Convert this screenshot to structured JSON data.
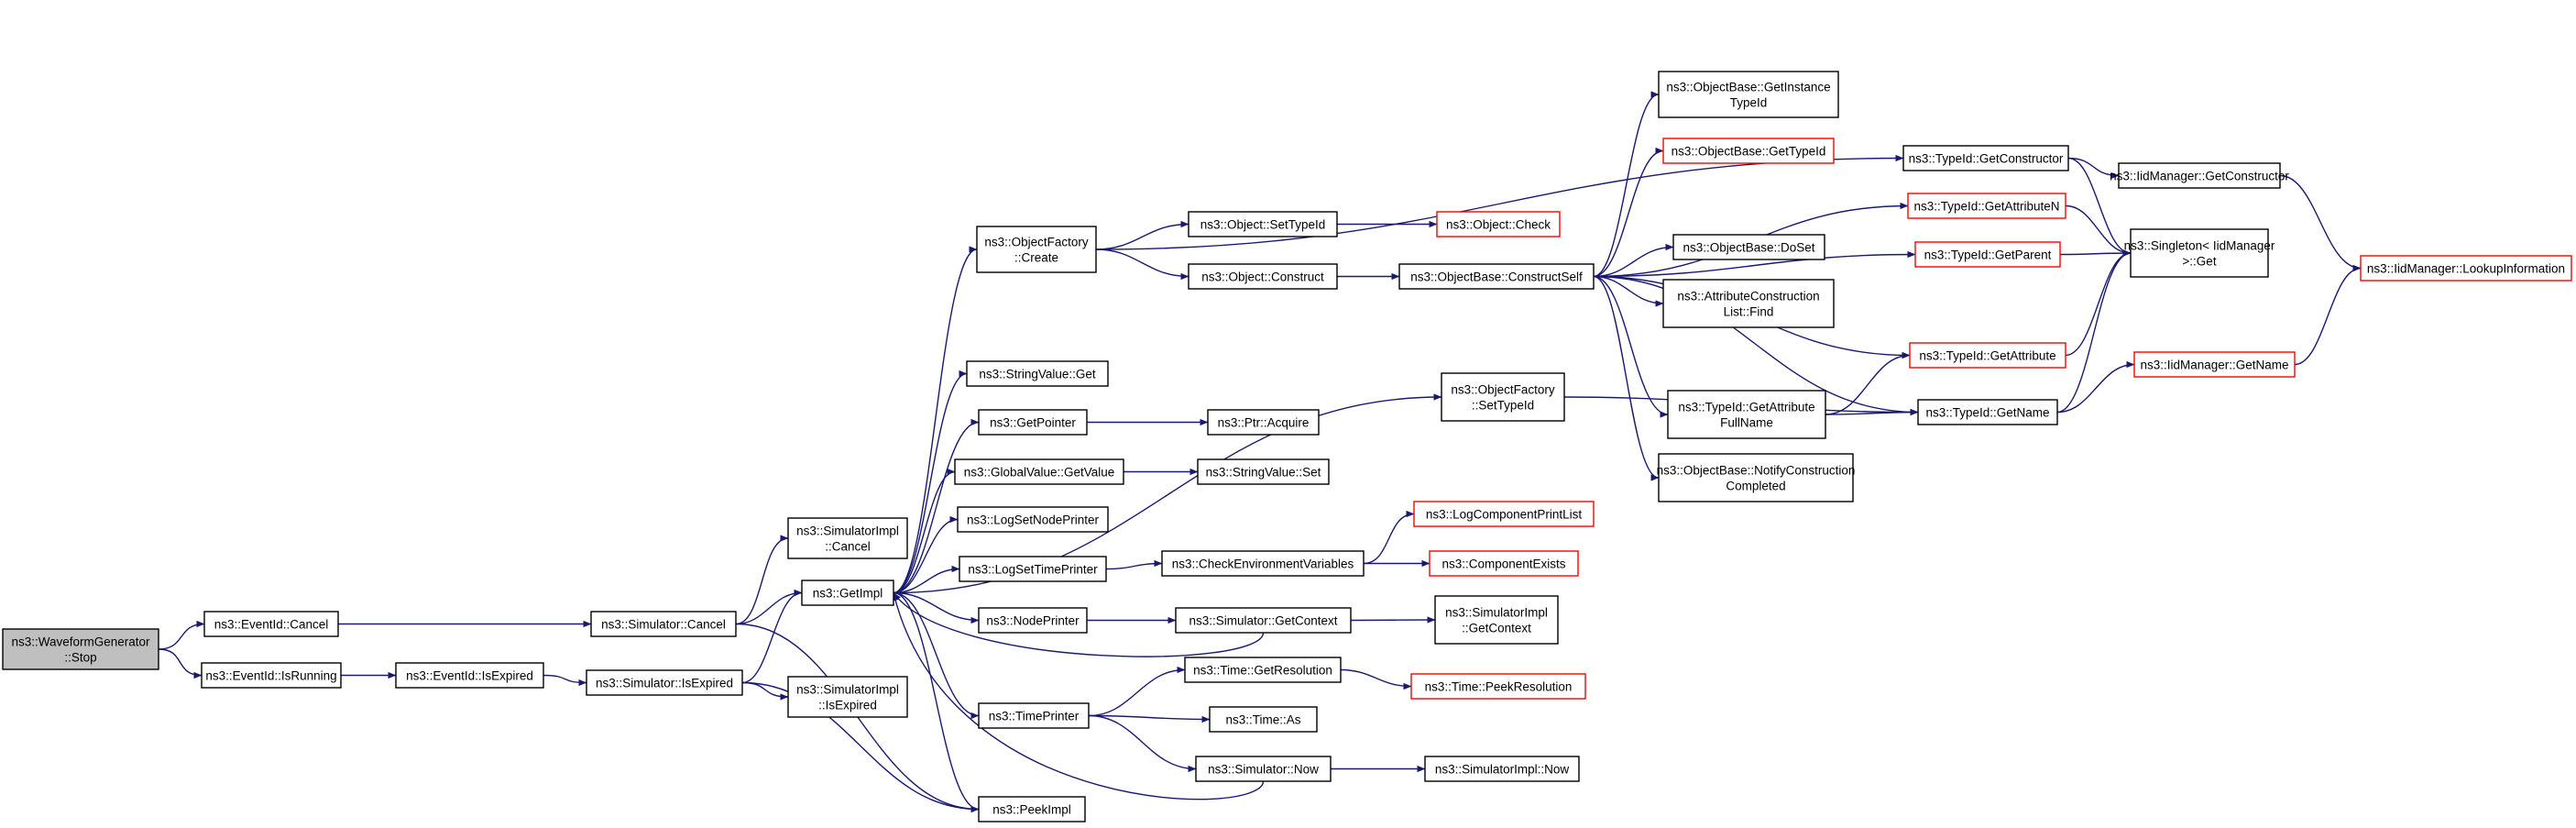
{
  "colors": {
    "edge": "#191970",
    "node_fill": "#ffffff",
    "node_border_documented": "#000000",
    "node_border_undocumented": "#ff0000",
    "root_fill": "#bfbfbf",
    "root_border": "#000000"
  },
  "nodes": [
    {
      "id": "n0",
      "lines": [
        "ns3::WaveformGenerator",
        "::Stop"
      ],
      "style": "root"
    },
    {
      "id": "n1",
      "lines": [
        "ns3::EventId::Cancel"
      ],
      "style": "normal"
    },
    {
      "id": "n2",
      "lines": [
        "ns3::EventId::IsRunning"
      ],
      "style": "normal"
    },
    {
      "id": "n3",
      "lines": [
        "ns3::Simulator::Cancel"
      ],
      "style": "normal"
    },
    {
      "id": "n4",
      "lines": [
        "ns3::EventId::IsExpired"
      ],
      "style": "normal"
    },
    {
      "id": "n5",
      "lines": [
        "ns3::Simulator::IsExpired"
      ],
      "style": "normal"
    },
    {
      "id": "n6",
      "lines": [
        "ns3::SimulatorImpl",
        "::Cancel"
      ],
      "style": "normal"
    },
    {
      "id": "n7",
      "lines": [
        "ns3::GetImpl"
      ],
      "style": "normal"
    },
    {
      "id": "n8",
      "lines": [
        "ns3::SimulatorImpl",
        "::IsExpired"
      ],
      "style": "normal"
    },
    {
      "id": "n9",
      "lines": [
        "ns3::PeekImpl"
      ],
      "style": "normal"
    },
    {
      "id": "n10",
      "lines": [
        "ns3::ObjectFactory",
        "::Create"
      ],
      "style": "normal"
    },
    {
      "id": "n11",
      "lines": [
        "ns3::StringValue::Get"
      ],
      "style": "normal"
    },
    {
      "id": "n12",
      "lines": [
        "ns3::GetPointer"
      ],
      "style": "normal"
    },
    {
      "id": "n13",
      "lines": [
        "ns3::GlobalValue::GetValue"
      ],
      "style": "normal"
    },
    {
      "id": "n14",
      "lines": [
        "ns3::LogSetNodePrinter"
      ],
      "style": "normal"
    },
    {
      "id": "n15",
      "lines": [
        "ns3::LogSetTimePrinter"
      ],
      "style": "normal"
    },
    {
      "id": "n16",
      "lines": [
        "ns3::NodePrinter"
      ],
      "style": "normal"
    },
    {
      "id": "n17",
      "lines": [
        "ns3::TimePrinter"
      ],
      "style": "normal"
    },
    {
      "id": "n18",
      "lines": [
        "ns3::Object::SetTypeId"
      ],
      "style": "normal"
    },
    {
      "id": "n19",
      "lines": [
        "ns3::Object::Construct"
      ],
      "style": "normal"
    },
    {
      "id": "n20",
      "lines": [
        "ns3::Ptr::Acquire"
      ],
      "style": "normal"
    },
    {
      "id": "n21",
      "lines": [
        "ns3::StringValue::Set"
      ],
      "style": "normal"
    },
    {
      "id": "n22",
      "lines": [
        "ns3::CheckEnvironmentVariables"
      ],
      "style": "normal"
    },
    {
      "id": "n23",
      "lines": [
        "ns3::Simulator::GetContext"
      ],
      "style": "normal"
    },
    {
      "id": "n24",
      "lines": [
        "ns3::Time::GetResolution"
      ],
      "style": "normal"
    },
    {
      "id": "n25",
      "lines": [
        "ns3::Time::As"
      ],
      "style": "normal"
    },
    {
      "id": "n26",
      "lines": [
        "ns3::Simulator::Now"
      ],
      "style": "normal"
    },
    {
      "id": "n27",
      "lines": [
        "ns3::Object::Check"
      ],
      "style": "red"
    },
    {
      "id": "n28",
      "lines": [
        "ns3::ObjectBase::ConstructSelf"
      ],
      "style": "normal"
    },
    {
      "id": "n29",
      "lines": [
        "ns3::ObjectFactory",
        "::SetTypeId"
      ],
      "style": "normal"
    },
    {
      "id": "n30",
      "lines": [
        "ns3::LogComponentPrintList"
      ],
      "style": "red"
    },
    {
      "id": "n31",
      "lines": [
        "ns3::ComponentExists"
      ],
      "style": "red"
    },
    {
      "id": "n32",
      "lines": [
        "ns3::SimulatorImpl",
        "::GetContext"
      ],
      "style": "normal"
    },
    {
      "id": "n33",
      "lines": [
        "ns3::Time::PeekResolution"
      ],
      "style": "red"
    },
    {
      "id": "n34",
      "lines": [
        "ns3::SimulatorImpl::Now"
      ],
      "style": "normal"
    },
    {
      "id": "n35",
      "lines": [
        "ns3::ObjectBase::GetInstance",
        "TypeId"
      ],
      "style": "normal"
    },
    {
      "id": "n36",
      "lines": [
        "ns3::ObjectBase::GetTypeId"
      ],
      "style": "red"
    },
    {
      "id": "n37",
      "lines": [
        "ns3::ObjectBase::DoSet"
      ],
      "style": "normal"
    },
    {
      "id": "n38",
      "lines": [
        "ns3::AttributeConstruction",
        "List::Find"
      ],
      "style": "normal"
    },
    {
      "id": "n39",
      "lines": [
        "ns3::TypeId::GetAttribute",
        "FullName"
      ],
      "style": "normal"
    },
    {
      "id": "n40",
      "lines": [
        "ns3::ObjectBase::NotifyConstruction",
        "Completed"
      ],
      "style": "normal"
    },
    {
      "id": "n41",
      "lines": [
        "ns3::TypeId::GetConstructor"
      ],
      "style": "normal"
    },
    {
      "id": "n42",
      "lines": [
        "ns3::TypeId::GetAttributeN"
      ],
      "style": "red"
    },
    {
      "id": "n43",
      "lines": [
        "ns3::TypeId::GetParent"
      ],
      "style": "red"
    },
    {
      "id": "n44",
      "lines": [
        "ns3::TypeId::GetAttribute"
      ],
      "style": "red"
    },
    {
      "id": "n45",
      "lines": [
        "ns3::TypeId::GetName"
      ],
      "style": "normal"
    },
    {
      "id": "n46",
      "lines": [
        "ns3::IidManager::GetConstructor"
      ],
      "style": "normal"
    },
    {
      "id": "n47",
      "lines": [
        "ns3::Singleton< IidManager",
        ">::Get"
      ],
      "style": "normal"
    },
    {
      "id": "n48",
      "lines": [
        "ns3::IidManager::GetName"
      ],
      "style": "red"
    },
    {
      "id": "n49",
      "lines": [
        "ns3::IidManager::LookupInformation"
      ],
      "style": "red"
    }
  ],
  "edges": [
    [
      "n0",
      "n1"
    ],
    [
      "n0",
      "n2"
    ],
    [
      "n1",
      "n3"
    ],
    [
      "n2",
      "n4"
    ],
    [
      "n4",
      "n5"
    ],
    [
      "n3",
      "n6"
    ],
    [
      "n3",
      "n7"
    ],
    [
      "n3",
      "n9"
    ],
    [
      "n5",
      "n7"
    ],
    [
      "n5",
      "n8"
    ],
    [
      "n5",
      "n9"
    ],
    [
      "n7",
      "n10"
    ],
    [
      "n7",
      "n11"
    ],
    [
      "n7",
      "n12"
    ],
    [
      "n7",
      "n13"
    ],
    [
      "n7",
      "n14"
    ],
    [
      "n7",
      "n15"
    ],
    [
      "n7",
      "n16"
    ],
    [
      "n7",
      "n17"
    ],
    [
      "n7",
      "n29"
    ],
    [
      "n7",
      "n9"
    ],
    [
      "n10",
      "n18"
    ],
    [
      "n10",
      "n19"
    ],
    [
      "n10",
      "n41"
    ],
    [
      "n18",
      "n27"
    ],
    [
      "n19",
      "n28"
    ],
    [
      "n12",
      "n20"
    ],
    [
      "n13",
      "n21"
    ],
    [
      "n15",
      "n22"
    ],
    [
      "n22",
      "n30"
    ],
    [
      "n22",
      "n31"
    ],
    [
      "n16",
      "n23"
    ],
    [
      "n23",
      "n32"
    ],
    [
      "n23",
      "n7"
    ],
    [
      "n17",
      "n24"
    ],
    [
      "n17",
      "n25"
    ],
    [
      "n17",
      "n26"
    ],
    [
      "n24",
      "n33"
    ],
    [
      "n26",
      "n34"
    ],
    [
      "n26",
      "n7"
    ],
    [
      "n28",
      "n35"
    ],
    [
      "n28",
      "n36"
    ],
    [
      "n28",
      "n37"
    ],
    [
      "n28",
      "n38"
    ],
    [
      "n28",
      "n39"
    ],
    [
      "n28",
      "n40"
    ],
    [
      "n28",
      "n42"
    ],
    [
      "n28",
      "n43"
    ],
    [
      "n28",
      "n44"
    ],
    [
      "n28",
      "n45"
    ],
    [
      "n29",
      "n45"
    ],
    [
      "n39",
      "n44"
    ],
    [
      "n39",
      "n45"
    ],
    [
      "n41",
      "n46"
    ],
    [
      "n41",
      "n47"
    ],
    [
      "n42",
      "n47"
    ],
    [
      "n43",
      "n47"
    ],
    [
      "n44",
      "n47"
    ],
    [
      "n45",
      "n47"
    ],
    [
      "n45",
      "n48"
    ],
    [
      "n46",
      "n49"
    ],
    [
      "n48",
      "n49"
    ]
  ]
}
